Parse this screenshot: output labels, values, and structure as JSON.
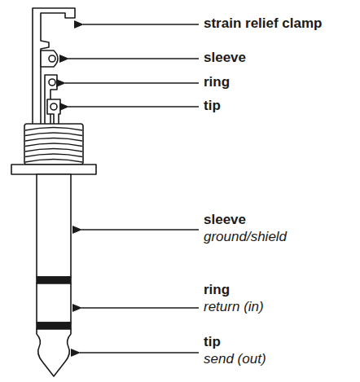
{
  "diagram": {
    "labels": [
      "strain relief clamp",
      "sleeve",
      "ring",
      "tip",
      "sleeve",
      "ground/shield",
      "ring",
      "return (in)",
      "tip",
      "send (out)"
    ]
  }
}
